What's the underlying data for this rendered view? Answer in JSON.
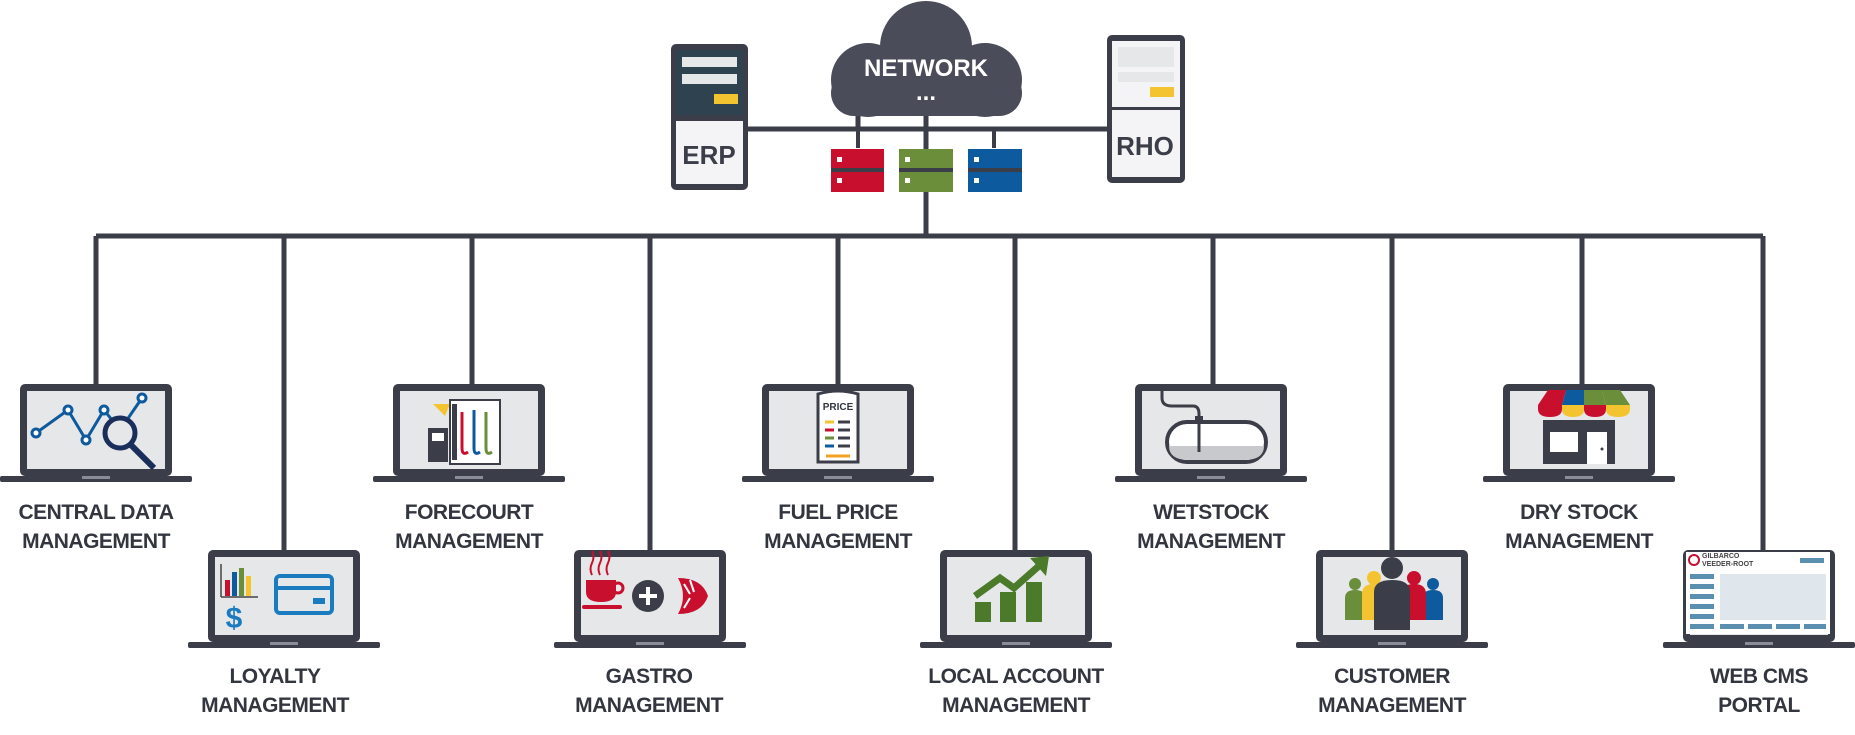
{
  "network": {
    "label": "NETWORK",
    "dots": "..."
  },
  "servers": {
    "erp": "ERP",
    "rho": "RHO"
  },
  "modules": [
    {
      "line1": "CENTRAL DATA",
      "line2": "MANAGEMENT"
    },
    {
      "line1": "LOYALTY",
      "line2": "MANAGEMENT"
    },
    {
      "line1": "FORECOURT",
      "line2": "MANAGEMENT"
    },
    {
      "line1": "GASTRO",
      "line2": "MANAGEMENT"
    },
    {
      "line1": "FUEL PRICE",
      "line2": "MANAGEMENT"
    },
    {
      "line1": "LOCAL ACCOUNT",
      "line2": "MANAGEMENT"
    },
    {
      "line1": "WETSTOCK",
      "line2": "MANAGEMENT"
    },
    {
      "line1": "CUSTOMER",
      "line2": "MANAGEMENT"
    },
    {
      "line1": "DRY STOCK",
      "line2": "MANAGEMENT"
    },
    {
      "line1": "WEB CMS",
      "line2": "PORTAL"
    }
  ],
  "icon_text": {
    "price_sign": "PRICE",
    "cms_brand_1": "GILBARCO",
    "cms_brand_2": "VEEDER-ROOT"
  },
  "colors": {
    "line": "#3b3e48",
    "red": "#c8102e",
    "green": "#6b8e3a",
    "blue": "#0e5a9e",
    "yellow": "#f4c430",
    "screen": "#e6e7e9"
  }
}
